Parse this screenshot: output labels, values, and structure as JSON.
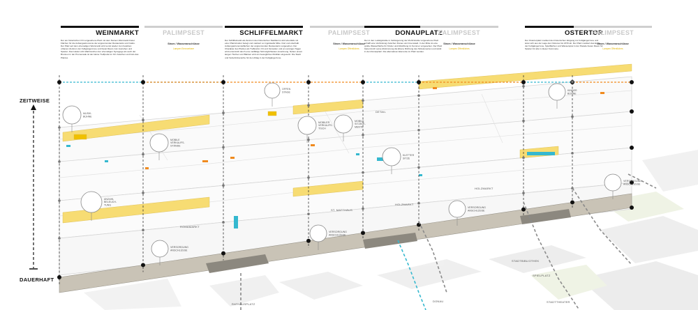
{
  "axis": {
    "top_label": "ZEITWEISE",
    "bottom_label": "DAUERHAFT"
  },
  "columns": [
    {
      "title": "WEINMARKT",
      "type": "place",
      "text": "Der am historischen Ort vorgesehene Platz mit dem Namen Weinmarkt bietet Flächen für die Außengastronomie der angrenzenden Restaurants und Cafés. Der Platz auf dem ehemaligen Weinmarkt wird somit wieder zum belebten urbanen Zentrum der Fußgängerzone und bietet Raum zum Ausruhen und Spielen. Das lokale Licht Wahrzeichen der ehemaligen Synagoge als auch der Brunnen in der Promenade ist der kleine Treffpunkt im Ort zwischen und Fels das Platzes."
    },
    {
      "title": "PALIMPSEST",
      "type": "palimpsest",
      "sub": "Strom / Wasseranschlüsse",
      "note": "Lampen Erneuerbare"
    },
    {
      "title": "SCHLIFFELMARKT",
      "type": "place",
      "text": "Der Schliffelmarkt als Zentrum des historischen Stadtkerns wird ebenfalls mit einer Platzstruktur belegt und markiert so Ingolstadts Mitte. Dort und oberhalb Außengastronomieflächen der angrenzenden Restaurants vorgesehen. Der Charakter des Platzes als Treffpunkt, Ort und Verweilen und an sonnigen Tagen wird unterstützt durch eine vielfältige Sitzmöglichkeiten-Anordnung. Neben einem langen Tischen und Bänken wird ein bewegliches Mobiliar eingesetzt. Die Stadt und Verkehrsbereiche für den Alltag in der Fußgängerzone."
    },
    {
      "title": "PALIMPSEST",
      "type": "palimpsest",
      "sub": "Strom / Wasseranschlüsse",
      "note": "Lampen Öffentliches"
    },
    {
      "title": "DONAUPLATZ",
      "type": "place",
      "text": "Der in den Ludwigstraße in Verlängerung der Moritzstraße vorgesehene Platz schafft eine Verbindung zwischen Donau und Innenstadt. In der Mitte ist eine große Wasserfläche für Kinder und Abkühlung im Sommer vorgesehen. Der Platz bietet durch seine Abstimmung die Ebene Richtung des Sitzelementen und winkt in den Donauplatz. Die alternativen Elemente im Platz werden."
    },
    {
      "title": "PALIMPSEST",
      "type": "palimpsest",
      "sub": "Strom / Wasseranschlüsse",
      "note": "Lampen Öffentliches"
    },
    {
      "title": "OSTERTOR",
      "type": "place",
      "text": "Der Ostertorplatz markiert den historischen Eingang zur Fußgängerzone und leitet sich aus der Lage des Osttores bis 1870 ab. Der Platz markiert das Ende der Fußgängerzone, Spielflächen und Wasserspiel in der Parade bieten Raum für Spielen für alle in dieser Kommune."
    },
    {
      "title": "PALIMPSEST",
      "type": "palimpsest",
      "sub": "Strom / Wasseranschlüsse",
      "note": "Lampen Öffentliches"
    }
  ],
  "bubbles": [
    {
      "key": "musikbuehne",
      "label": "MUSIK-\nBÜHNE"
    },
    {
      "key": "mobile_stande",
      "label": "MOBILE\nVERKAUFS-\nSTÄNDE"
    },
    {
      "key": "anzahl",
      "label": "ANZAHL\nBELEUCH-\nTUNG"
    },
    {
      "key": "offene_stage",
      "label": "OFFEN\nSTAGE"
    },
    {
      "key": "mobiler_tisch",
      "label": "MOBILER\nVERKAUFS-\nTISCH"
    },
    {
      "key": "mobile_sitzelemente",
      "label": "MOBILE\nSITZELE-\nMENTE"
    },
    {
      "key": "kletter",
      "label": "KLETTER\nSITZE"
    },
    {
      "key": "versorgung1",
      "label": "VERSORGUNG\nANSCHLÜSSE"
    },
    {
      "key": "versorgung2",
      "label": "VERSORGUNG\nANSCHLÜSSE"
    },
    {
      "key": "versorgung3",
      "label": "VERSORGUNG\nANSCHLÜSSE"
    },
    {
      "key": "kinderbuehne",
      "label": "KINDER\nBÜHNE"
    },
    {
      "key": "versorgung4",
      "label": "VERSORGUNG\nANSCHLÜSSE"
    }
  ],
  "street_labels": {
    "roemermarkt": "ROMAMARKT",
    "st_matthaeus": "ST. MATTHÄUS",
    "holzmarkt1": "HOLZMARKT",
    "holzmarkt2": "HOLZMARKT",
    "detail": "DETAIL",
    "donau": "DONAU",
    "rathausplatz": "RATHAUSPLATZ",
    "stadtbibliothek": "STADTBIBLIOTHEK",
    "spielplatz": "SPIELPLATZ",
    "stadttheater": "STADTTHEATER"
  },
  "colors": {
    "accent_orange": "#f08a1e",
    "accent_cyan": "#35b8cf",
    "highlight_yellow": "#f7dc73",
    "ground_band": "#c9c3b6"
  }
}
